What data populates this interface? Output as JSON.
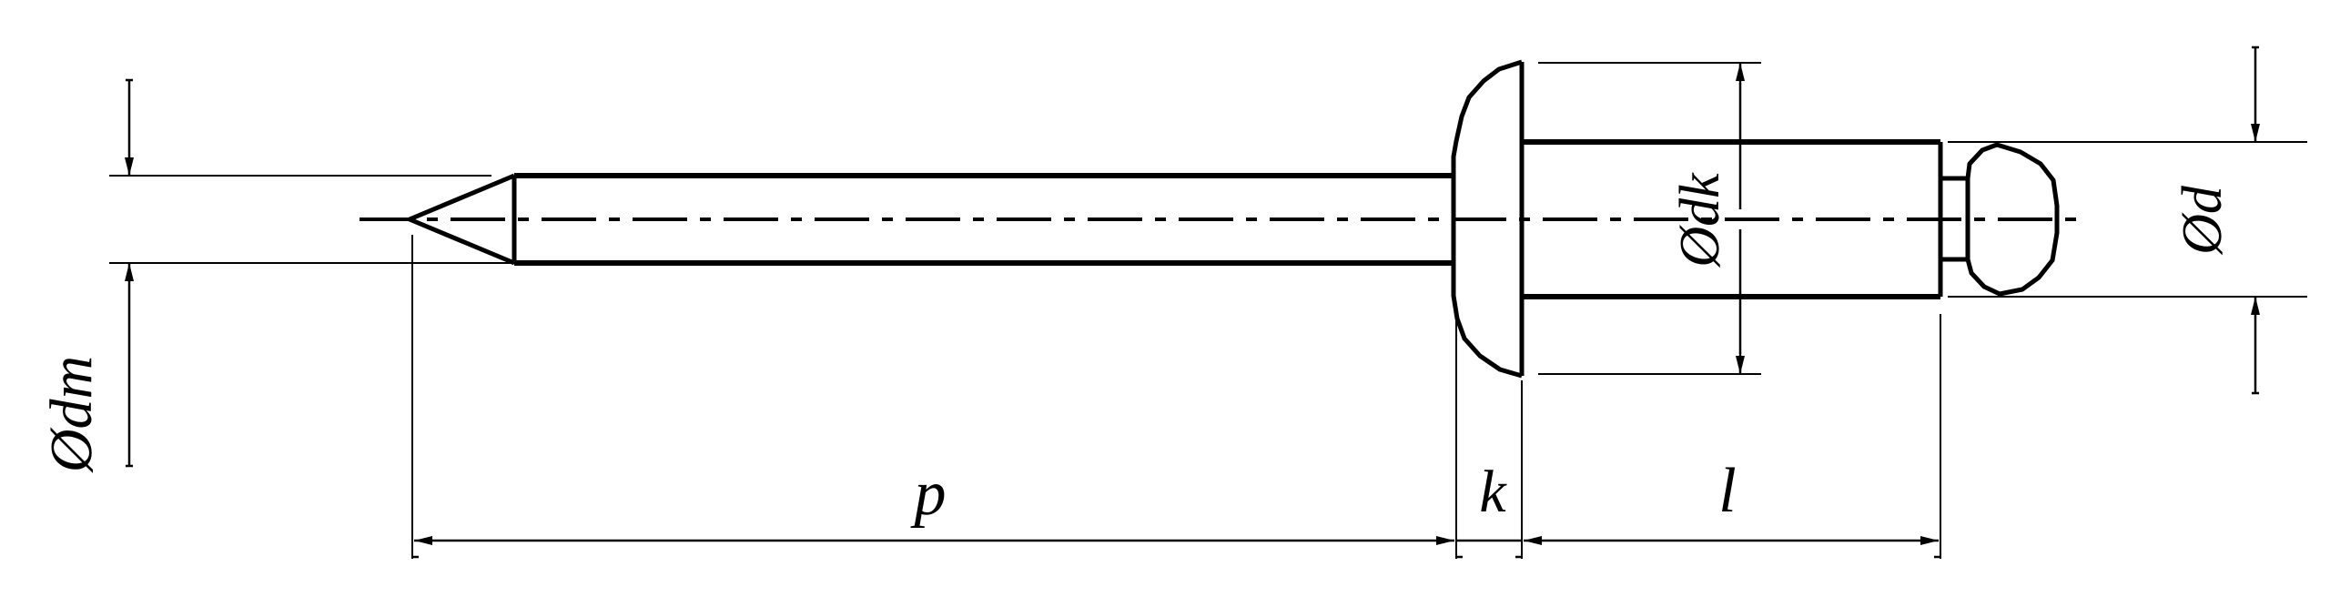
{
  "colors": {
    "background": "#ffffff",
    "ink": "#000000"
  },
  "labels": {
    "dm": "Ødm",
    "dk": "Ødk",
    "d": "Ød",
    "p": "p",
    "k": "k",
    "l": "l"
  }
}
